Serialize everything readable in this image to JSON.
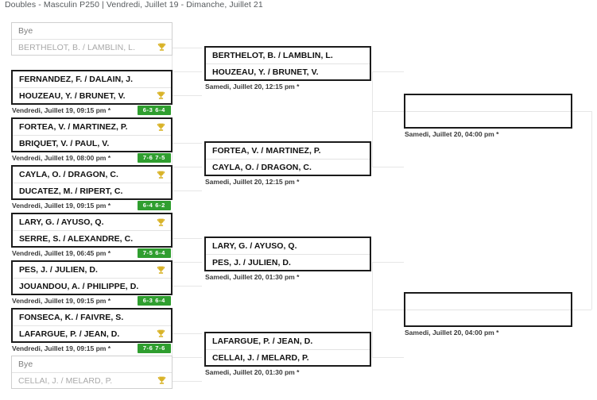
{
  "header": {
    "title": "Doubles - Masculin P250 | Vendredi, Juillet 19 - Dimanche, Juillet 21"
  },
  "icons": {
    "trophy": "trophy-icon"
  },
  "colors": {
    "score_badge_bg": "#2f9e2f",
    "winner_border": "#1b1b1b",
    "bye_border": "#cfcfcf",
    "bye_text": "#a9a9a9",
    "trophy": "#d9b328"
  },
  "rounds": [
    {
      "name": "round-1",
      "matches": [
        {
          "id": "r1-m1",
          "bye": true,
          "teams": [
            {
              "name": "Bye",
              "winner": false,
              "is_bye": true
            },
            {
              "name": "BERTHELOT, B. / LAMBLIN, L.",
              "winner": true,
              "is_bye": false
            }
          ],
          "date": "",
          "score": ""
        },
        {
          "id": "r1-m2",
          "bye": false,
          "teams": [
            {
              "name": "FERNANDEZ, F. / DALAIN, J.",
              "winner": false,
              "is_bye": false
            },
            {
              "name": "HOUZEAU, Y. / BRUNET, V.",
              "winner": true,
              "is_bye": false
            }
          ],
          "date": "Vendredi, Juillet 19, 09:15 pm *",
          "score": "6-3 6-4"
        },
        {
          "id": "r1-m3",
          "bye": false,
          "teams": [
            {
              "name": "FORTEA, V. / MARTINEZ, P.",
              "winner": true,
              "is_bye": false
            },
            {
              "name": "BRIQUET, V. / PAUL, V.",
              "winner": false,
              "is_bye": false
            }
          ],
          "date": "Vendredi, Juillet 19, 08:00 pm *",
          "score": "7-6 7-5"
        },
        {
          "id": "r1-m4",
          "bye": false,
          "teams": [
            {
              "name": "CAYLA, O. / DRAGON, C.",
              "winner": true,
              "is_bye": false
            },
            {
              "name": "DUCATEZ, M. / RIPERT, C.",
              "winner": false,
              "is_bye": false
            }
          ],
          "date": "Vendredi, Juillet 19, 09:15 pm *",
          "score": "6-4 6-2"
        },
        {
          "id": "r1-m5",
          "bye": false,
          "teams": [
            {
              "name": "LARY, G. / AYUSO, Q.",
              "winner": true,
              "is_bye": false
            },
            {
              "name": "SERRE, S. / ALEXANDRE, C.",
              "winner": false,
              "is_bye": false
            }
          ],
          "date": "Vendredi, Juillet 19, 06:45 pm *",
          "score": "7-5 6-4"
        },
        {
          "id": "r1-m6",
          "bye": false,
          "teams": [
            {
              "name": "PES, J. / JULIEN, D.",
              "winner": true,
              "is_bye": false
            },
            {
              "name": "JOUANDOU, A. / PHILIPPE, D.",
              "winner": false,
              "is_bye": false
            }
          ],
          "date": "Vendredi, Juillet 19, 09:15 pm *",
          "score": "6-3 6-4"
        },
        {
          "id": "r1-m7",
          "bye": false,
          "teams": [
            {
              "name": "FONSECA, K. / FAIVRE, S.",
              "winner": false,
              "is_bye": false
            },
            {
              "name": "LAFARGUE, P. / JEAN, D.",
              "winner": true,
              "is_bye": false
            }
          ],
          "date": "Vendredi, Juillet 19, 09:15 pm *",
          "score": "7-6 7-6"
        },
        {
          "id": "r1-m8",
          "bye": true,
          "teams": [
            {
              "name": "Bye",
              "winner": false,
              "is_bye": true
            },
            {
              "name": "CELLAI, J. / MELARD, P.",
              "winner": true,
              "is_bye": false
            }
          ],
          "date": "",
          "score": ""
        }
      ]
    },
    {
      "name": "round-2",
      "matches": [
        {
          "id": "r2-m1",
          "bye": false,
          "teams": [
            {
              "name": "BERTHELOT, B. / LAMBLIN, L.",
              "winner": false,
              "is_bye": false
            },
            {
              "name": "HOUZEAU, Y. / BRUNET, V.",
              "winner": false,
              "is_bye": false
            }
          ],
          "date": "Samedi, Juillet 20, 12:15 pm *",
          "score": ""
        },
        {
          "id": "r2-m2",
          "bye": false,
          "teams": [
            {
              "name": "FORTEA, V. / MARTINEZ, P.",
              "winner": false,
              "is_bye": false
            },
            {
              "name": "CAYLA, O. / DRAGON, C.",
              "winner": false,
              "is_bye": false
            }
          ],
          "date": "Samedi, Juillet 20, 12:15 pm *",
          "score": ""
        },
        {
          "id": "r2-m3",
          "bye": false,
          "teams": [
            {
              "name": "LARY, G. / AYUSO, Q.",
              "winner": false,
              "is_bye": false
            },
            {
              "name": "PES, J. / JULIEN, D.",
              "winner": false,
              "is_bye": false
            }
          ],
          "date": "Samedi, Juillet 20, 01:30 pm *",
          "score": ""
        },
        {
          "id": "r2-m4",
          "bye": false,
          "teams": [
            {
              "name": "LAFARGUE, P. / JEAN, D.",
              "winner": false,
              "is_bye": false
            },
            {
              "name": "CELLAI, J. / MELARD, P.",
              "winner": false,
              "is_bye": false
            }
          ],
          "date": "Samedi, Juillet 20, 01:30 pm *",
          "score": ""
        }
      ]
    },
    {
      "name": "round-3",
      "matches": [
        {
          "id": "r3-m1",
          "bye": false,
          "teams": [
            {
              "name": "",
              "winner": false,
              "is_bye": false
            },
            {
              "name": "",
              "winner": false,
              "is_bye": false
            }
          ],
          "date": "Samedi, Juillet 20, 04:00 pm *",
          "score": ""
        },
        {
          "id": "r3-m2",
          "bye": false,
          "teams": [
            {
              "name": "",
              "winner": false,
              "is_bye": false
            },
            {
              "name": "",
              "winner": false,
              "is_bye": false
            }
          ],
          "date": "Samedi, Juillet 20, 04:00 pm *",
          "score": ""
        }
      ]
    }
  ]
}
